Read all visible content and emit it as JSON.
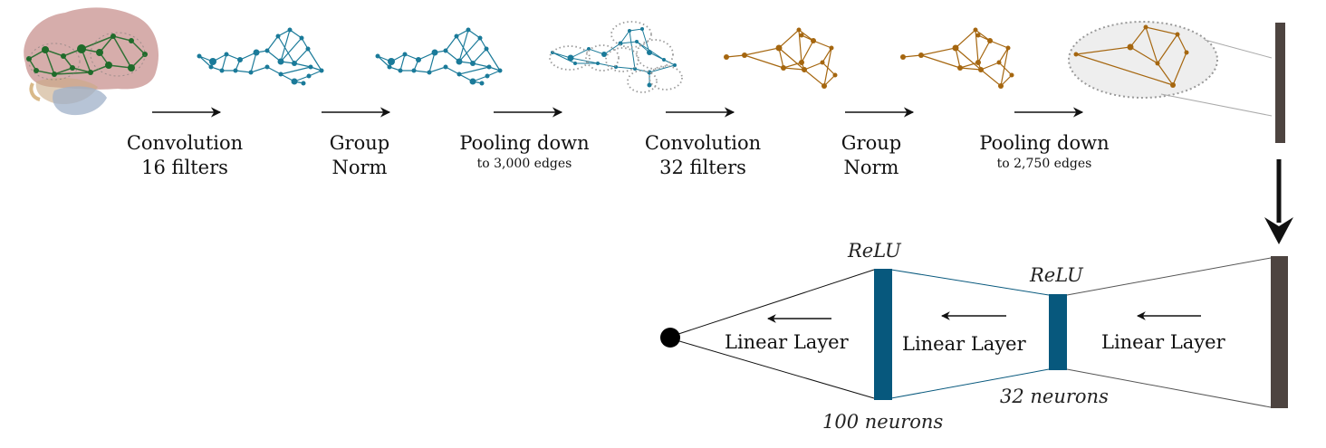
{
  "pipeline": {
    "stages": [
      {
        "line1": "Convolution",
        "line2": "16 filters",
        "sub": ""
      },
      {
        "line1": "Group",
        "line2": "Norm",
        "sub": ""
      },
      {
        "line1": "Pooling down",
        "line2": "",
        "sub": "to 3,000 edges"
      },
      {
        "line1": "Convolution",
        "line2": "32 filters",
        "sub": ""
      },
      {
        "line1": "Group",
        "line2": "Norm",
        "sub": ""
      },
      {
        "line1": "Pooling down",
        "line2": "",
        "sub": "to 2,750 edges"
      }
    ]
  },
  "head": {
    "linear_labels": [
      "Linear Layer",
      "Linear Layer",
      "Linear Layer"
    ],
    "activation_1": "ReLU",
    "activation_2": "ReLU",
    "layer1_neurons": "100 neurons",
    "layer2_neurons": "32 neurons"
  },
  "colors": {
    "teal": "#1a7a99",
    "brown": "#a5660f",
    "layer": "#07587d",
    "bar": "#4d4440",
    "green": "#1f6b2a"
  },
  "icons": [
    "brain-icon",
    "graph-icon",
    "pooling-ellipse-icon"
  ]
}
